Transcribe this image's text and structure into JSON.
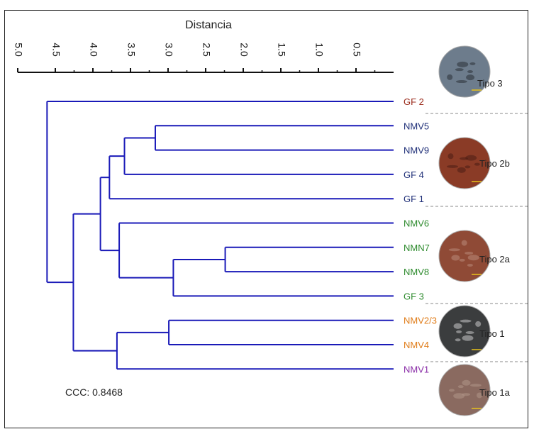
{
  "chart_data": {
    "type": "dendrogram",
    "title": "Distancia",
    "axis": {
      "label": "Distancia",
      "range": [
        0,
        5.0
      ],
      "reversed": true,
      "ticks": [
        "5.0",
        "4.5",
        "4.0",
        "3.5",
        "3.0",
        "2.5",
        "2.0",
        "1.5",
        "1.0",
        "0.5"
      ]
    },
    "leaves": [
      {
        "id": "GF2",
        "label": "GF 2",
        "color": "#9a2a1a"
      },
      {
        "id": "NMV5",
        "label": "NMV5",
        "color": "#1f2f78"
      },
      {
        "id": "NMV9",
        "label": "NMV9",
        "color": "#1f2f78"
      },
      {
        "id": "GF4",
        "label": "GF 4",
        "color": "#1f2f78"
      },
      {
        "id": "GF1",
        "label": "GF 1",
        "color": "#1f2f78"
      },
      {
        "id": "NMV6",
        "label": "NMV6",
        "color": "#2e8b2e"
      },
      {
        "id": "NMN7",
        "label": "NMN7",
        "color": "#2e8b2e"
      },
      {
        "id": "NMV8",
        "label": "NMV8",
        "color": "#2e8b2e"
      },
      {
        "id": "GF3",
        "label": "GF 3",
        "color": "#2e8b2e"
      },
      {
        "id": "NMV23",
        "label": "NMV2/3",
        "color": "#e07d1a"
      },
      {
        "id": "NMV4",
        "label": "NMV4",
        "color": "#e07d1a"
      },
      {
        "id": "NMV1",
        "label": "NMV1",
        "color": "#8b2fa8"
      }
    ],
    "merges": [
      {
        "id": "c1",
        "children": [
          "NMV5",
          "NMV9"
        ],
        "height": 3.17
      },
      {
        "id": "c2",
        "children": [
          "c1",
          "GF4"
        ],
        "height": 3.58
      },
      {
        "id": "c3",
        "children": [
          "c2",
          "GF1"
        ],
        "height": 3.78
      },
      {
        "id": "c4",
        "children": [
          "NMN7",
          "NMV8"
        ],
        "height": 2.24
      },
      {
        "id": "c5",
        "children": [
          "c4",
          "GF3"
        ],
        "height": 2.93
      },
      {
        "id": "c6",
        "children": [
          "NMV6",
          "c5"
        ],
        "height": 3.65
      },
      {
        "id": "c7",
        "children": [
          "c3",
          "c6"
        ],
        "height": 3.9
      },
      {
        "id": "c8",
        "children": [
          "NMV23",
          "NMV4"
        ],
        "height": 2.99
      },
      {
        "id": "c9",
        "children": [
          "c8",
          "NMV1"
        ],
        "height": 3.68
      },
      {
        "id": "c10",
        "children": [
          "c7",
          "c9"
        ],
        "height": 4.26
      },
      {
        "id": "c11",
        "children": [
          "GF2",
          "c10"
        ],
        "height": 4.61
      }
    ],
    "line_color": "#1a1ab8",
    "annotation": "CCC: 0.8468",
    "groups": [
      {
        "label": "Tipo 3",
        "leaves": [
          "GF2"
        ]
      },
      {
        "label": "Tipo 2b",
        "leaves": [
          "NMV5",
          "NMV9",
          "GF4",
          "GF1"
        ]
      },
      {
        "label": "Tipo 2a",
        "leaves": [
          "NMV6",
          "NMN7",
          "NMV8",
          "GF3"
        ]
      },
      {
        "label": "Tipo 1",
        "leaves": [
          "NMV23",
          "NMV4"
        ]
      },
      {
        "label": "Tipo 1a",
        "leaves": [
          "NMV1"
        ]
      }
    ],
    "photo_colors": [
      {
        "base": "#6d7c8c",
        "spot": "#2a2f36"
      },
      {
        "base": "#8a3b26",
        "spot": "#4a1e14"
      },
      {
        "base": "#8f4a36",
        "spot": "#b98a7a"
      },
      {
        "base": "#3b3d3e",
        "spot": "#c9c9c9"
      },
      {
        "base": "#8a6a60",
        "spot": "#b19589"
      }
    ],
    "scale_bar_color": "#e8c21a"
  }
}
